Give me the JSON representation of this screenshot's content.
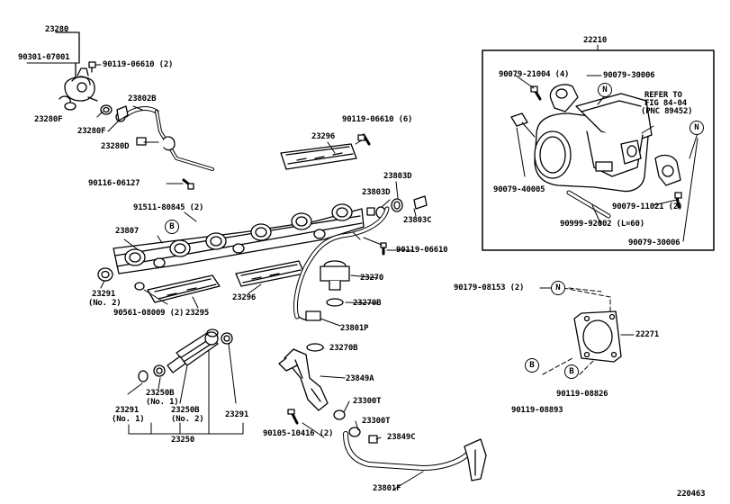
{
  "labels": {
    "p23280": "23280",
    "p90301_07001": "90301-07001",
    "p90119_06610_2": "90119-06610 (2)",
    "p23280F_a": "23280F",
    "p23802B": "23802B",
    "p23280F_b": "23280F",
    "p23280D": "23280D",
    "p90119_06610_6": "90119-06610 (6)",
    "p23296_a": "23296",
    "p90116_06127": "90116-06127",
    "p23803D_a": "23803D",
    "p23803D_b": "23803D",
    "p91511_80845": "91511-80845 (2)",
    "p23803C": "23803C",
    "p23807": "23807",
    "p90119_06610": "90119-06610",
    "p23270": "23270",
    "p23291_a": "23291",
    "p23291_a2": "(No. 2)",
    "p23296_b": "23296",
    "p23270B_a": "23270B",
    "p90561_08009": "90561-08009 (2)",
    "p23295": "23295",
    "p23801P": "23801P",
    "p23270B_b": "23270B",
    "p23849A": "23849A",
    "p23300T_a": "23300T",
    "p23300T_b": "23300T",
    "p23849C": "23849C",
    "p90105_10416": "90105-10416 (2)",
    "p23801F": "23801F",
    "p23250B_1": "23250B",
    "p23250B_1b": "(No. 1)",
    "p23250B_2": "23250B",
    "p23250B_2b": "(No. 2)",
    "p23291_b": "23291",
    "p23291_b2": "(No. 1)",
    "p23291_c": "23291",
    "p23250": "23250",
    "p22210": "22210",
    "p90079_21004": "90079-21004 (4)",
    "p90079_30006_a": "90079-30006",
    "refer1": "REFER TO",
    "refer2": "FIG 84-04",
    "refer3": "(PNC 89452)",
    "p90079_40005": "90079-40005",
    "p90079_11021": "90079-11021 (2)",
    "p90999_92002": "90999-92002 (L=60)",
    "p90079_30006_b": "90079-30006",
    "p90179_08153": "90179-08153 (2)",
    "p22271": "22271",
    "p90119_08826": "90119-08826",
    "p90119_08893": "90119-08893",
    "fig_number": "220463"
  },
  "callouts": {
    "N": "N",
    "B": "B"
  }
}
